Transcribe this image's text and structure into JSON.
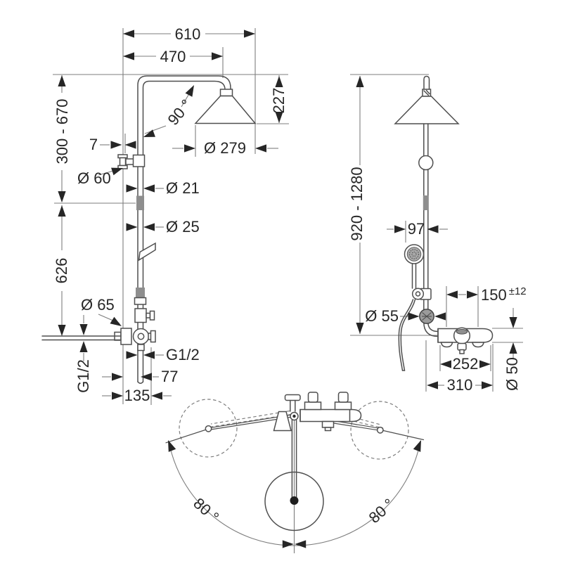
{
  "drawing": {
    "front": {
      "total_width": "610",
      "arm_projection": "470",
      "head_drop": "227",
      "bend_angle": "90 °",
      "wall_offset": "7",
      "escutcheon_dia": "Ø 60",
      "upper_pipe_dia": "Ø 21",
      "lower_pipe_dia": "Ø 25",
      "head_dia": "Ø 279",
      "height_adjust_range": "300 - 670",
      "lower_pipe_length": "626",
      "valve_dia": "Ø 65",
      "outlet_thread": "G1/2",
      "inlet_thread": "G1/2",
      "spout_depth": "77",
      "valve_width": "135"
    },
    "side": {
      "install_height_range": "920 - 1280",
      "handshower_offset": "97",
      "slider_dia": "Ø 55",
      "connection_spacing": "150",
      "connection_tolerance": "±12",
      "union_spacing": "252",
      "total_depth": "310",
      "valve_body_dia": "Ø 50"
    },
    "top": {
      "swivel_angle_left": "80 °",
      "swivel_angle_right": "80 °"
    }
  },
  "colors": {
    "background": "#ffffff",
    "line": "#7d7d7d",
    "object_line": "#4f4f4f",
    "text": "#262626",
    "pipe_fill": "#8e8e8e"
  }
}
